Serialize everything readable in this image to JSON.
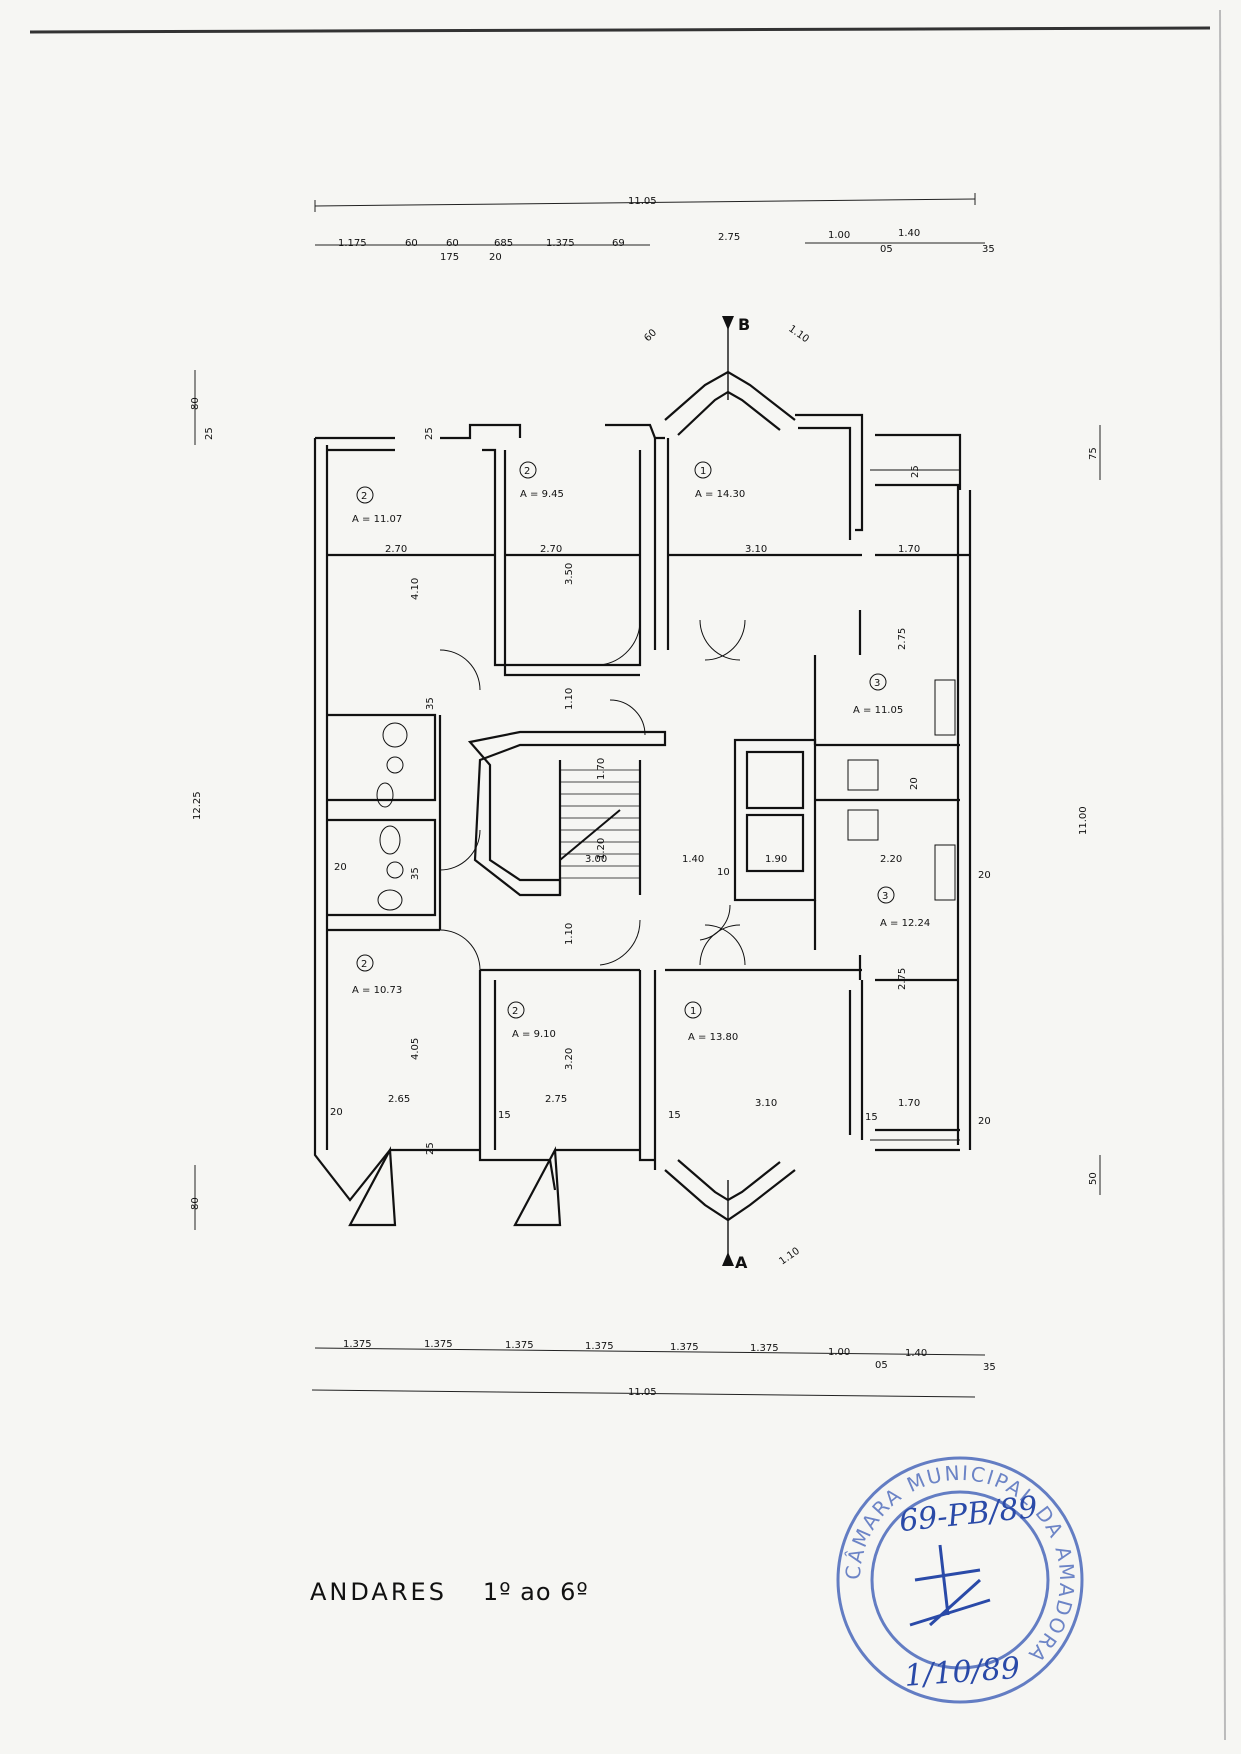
{
  "sheet_title": "ANDARES",
  "floors_label": "1º ao 6º",
  "section_marks": {
    "top": "B",
    "bottom": "A"
  },
  "overall_width": "11.05",
  "overall_height_left": "12.25",
  "overall_height_right": "11.00",
  "top_dims": [
    "1.175",
    "60",
    "60",
    "175",
    "685",
    "20",
    "1.375",
    "69",
    "2.75",
    "1.00",
    "05",
    "1.40",
    "35"
  ],
  "bottom_dims": [
    "1.375",
    "1.375",
    "1.375",
    "1.375",
    "1.375",
    "1.375",
    "1.00",
    "05",
    "1.40",
    "35"
  ],
  "side_dims_left": [
    "80",
    "25",
    "80"
  ],
  "side_dims_right": [
    "75",
    "50"
  ],
  "bay_dims": {
    "top_60": "60",
    "top_110": "1.10",
    "bottom_110": "1.10"
  },
  "rooms": [
    {
      "num": "2",
      "area": "A = 11.07",
      "w": "2.70",
      "h": "4.10"
    },
    {
      "num": "2",
      "area": "A = 9.45",
      "w": "2.70",
      "h": "3.50"
    },
    {
      "num": "1",
      "area": "A = 14.30",
      "w": "3.10"
    },
    {
      "num": "3",
      "area": "A = 11.05",
      "w": "1.70",
      "h": "2.75"
    },
    {
      "num": "3",
      "area": "A = 12.24",
      "w": "2.20",
      "h": "2.75"
    },
    {
      "num": "2",
      "area": "A = 10.73",
      "w": "2.65",
      "h": "4.05"
    },
    {
      "num": "2",
      "area": "A = 9.10",
      "w": "2.75",
      "h": "3.20"
    },
    {
      "num": "1",
      "area": "A = 13.80",
      "w": "3.10",
      "w2": "1.70"
    }
  ],
  "circ_dims": [
    "1.10",
    "1.10",
    "1.70",
    "3.00",
    "1.40",
    "10",
    "1.90",
    "1.20"
  ],
  "wall_dims": [
    "20",
    "15",
    "15",
    "15",
    "20",
    "20",
    "20",
    "25",
    "25",
    "25",
    "35",
    "35",
    "20"
  ],
  "stamp": {
    "ring_text": "CÂMARA MUNICIPAL DA AMADORA",
    "ref": "69-PB/89",
    "date": "1/10/89",
    "ink_color": "#3f5fb8"
  }
}
